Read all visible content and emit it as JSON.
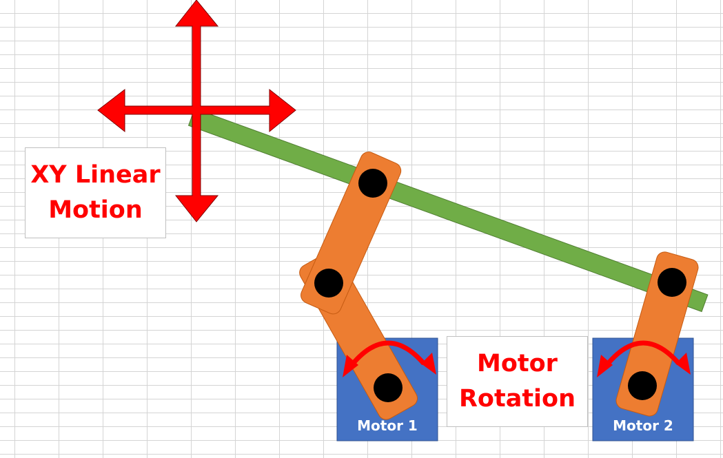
{
  "diagram": {
    "title": "Five-bar linkage mechanism",
    "labels": {
      "xy_motion_line1": "XY Linear",
      "xy_motion_line2": "Motion",
      "motor_rotation_line1": "Motor",
      "motor_rotation_line2": "Rotation"
    },
    "motors": [
      {
        "name": "Motor 1"
      },
      {
        "name": "Motor 2"
      }
    ],
    "icons": {
      "xy_arrows": "four-way-arrow-icon",
      "rotation_arrow": "curved-double-arrow-icon",
      "pin_joint": "black-circle"
    },
    "colors": {
      "arrow_red": "#ff0000",
      "label_text_red": "#ff0000",
      "link_orange": "#ed7d31",
      "link_orange_border": "#c55a11",
      "bar_green": "#70ad47",
      "bar_green_border": "#507e32",
      "motor_blue": "#4472c4",
      "motor_blue_border": "#2f528f",
      "pin_black": "#000000",
      "grid_gray": "#d4d4d4"
    }
  }
}
